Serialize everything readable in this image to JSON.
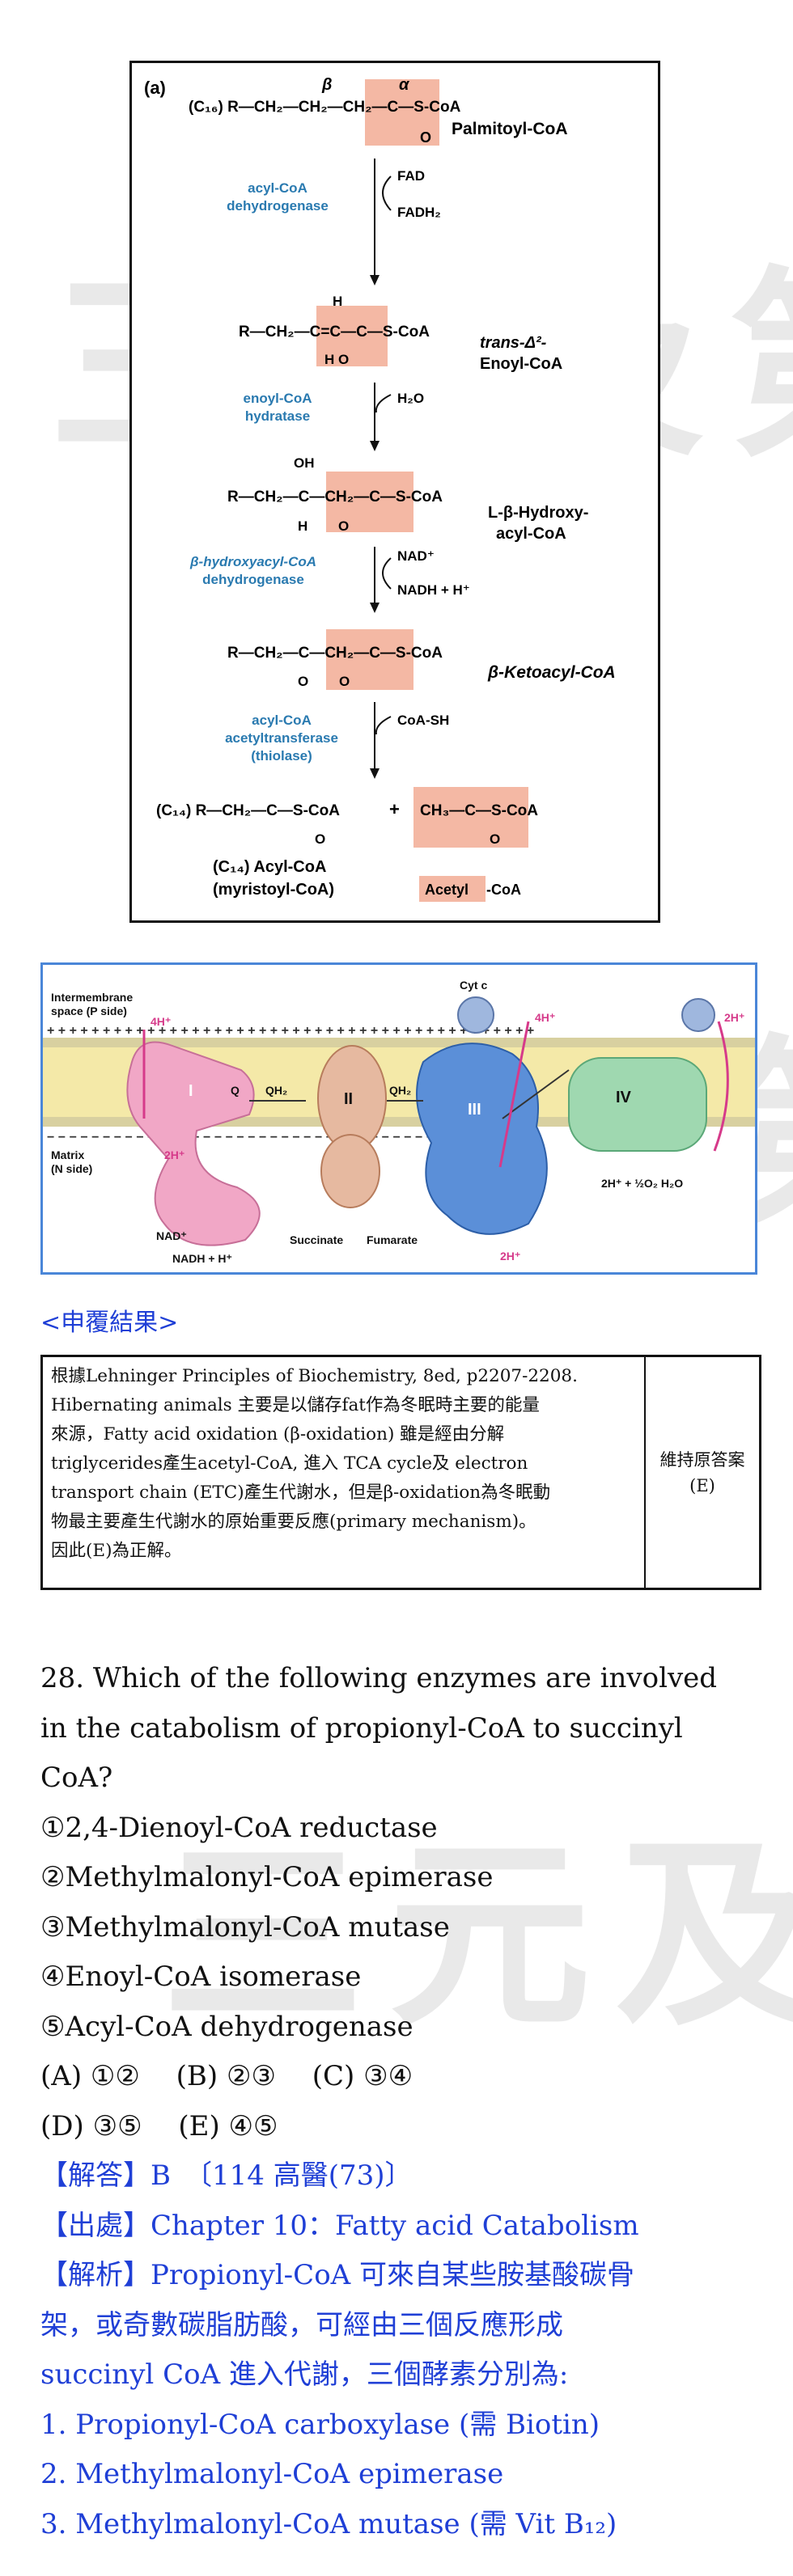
{
  "watermark": "三元及第",
  "figure_a": {
    "panel_label": "(a)",
    "top": {
      "chain": "(C₁₆) R—CH₂—CH₂—CH₂—C—S-CoA",
      "beta": "β",
      "alpha": "α",
      "carbonyl_o": "O",
      "name": "Palmitoyl-CoA"
    },
    "steps": [
      {
        "enzyme": [
          "acyl-CoA",
          "dehydrogenase"
        ],
        "cofactor_in": "FAD",
        "cofactor_out": "FADH₂"
      },
      {
        "enzyme": [
          "enoyl-CoA",
          "hydratase"
        ],
        "cofactor_in": "H₂O",
        "cofactor_out": ""
      },
      {
        "enzyme": [
          "β-hydroxyacyl-CoA",
          "dehydrogenase"
        ],
        "cofactor_in": "NAD⁺",
        "cofactor_out": "NADH + H⁺"
      },
      {
        "enzyme": [
          "acyl-CoA",
          "acetyltransferase",
          "(thiolase)"
        ],
        "cofactor_in": "CoA-SH",
        "cofactor_out": ""
      }
    ],
    "intermediates": [
      {
        "chain": "R—CH₂—C=C—C—S-CoA",
        "top_h": "H",
        "bottom": "H   O",
        "name": [
          "trans-Δ²-",
          "Enoyl-CoA"
        ]
      },
      {
        "chain": "R—CH₂—C—CH₂—C—S-CoA",
        "top": "OH",
        "bottom": "H        O",
        "name": [
          "L-β-Hydroxy-",
          "acyl-CoA"
        ]
      },
      {
        "chain": "R—CH₂—C—CH₂—C—S-CoA",
        "bottom": "O        O",
        "name": [
          "β-Ketoacyl-CoA"
        ]
      }
    ],
    "products": {
      "left": "(C₁₄) R—CH₂—C—S-CoA",
      "plus": "+",
      "right": "CH₃—C—S-CoA",
      "o": "O",
      "left_name": [
        "(C₁₄) Acyl-CoA",
        "(myristoyl-CoA)"
      ],
      "right_name_boxed": "Acetyl",
      "right_name_rest": "-CoA"
    }
  },
  "figure_etc": {
    "labels": {
      "ims": [
        "Intermembrane",
        "space (P side)"
      ],
      "matrix": [
        "Matrix",
        "(N side)"
      ],
      "cytc": "Cyt c",
      "complexes": [
        "I",
        "II",
        "III",
        "IV"
      ],
      "q": "Q",
      "qh2": "QH₂",
      "h4_left": "4H⁺",
      "h2_left": "2H⁺",
      "h4_mid": "4H⁺",
      "h2_mid": "2H⁺",
      "h2_right": "2H⁺",
      "water": "2H⁺ + ½O₂   H₂O",
      "nad": "NAD⁺",
      "nadh": "NADH + H⁺",
      "succinate": "Succinate",
      "fumarate": "Fumarate"
    }
  },
  "review_heading": "<申覆結果>",
  "review_table": {
    "left_lines": [
      "根據Lehninger Principles of Biochemistry, 8ed, p2207-2208.",
      "Hibernating animals 主要是以儲存fat作為冬眠時主要的能量",
      "來源，Fatty acid oxidation (β-oxidation) 雖是經由分解",
      "triglycerides產生acetyl-CoA, 進入 TCA cycle及 electron",
      "transport chain (ETC)產生代謝水，但是β-oxidation為冬眠動",
      "物最主要產生代謝水的原始重要反應(primary mechanism)。",
      "因此(E)為正解。"
    ],
    "right_lines": [
      "維持原答案",
      "(E)"
    ]
  },
  "question": {
    "stem": [
      "28. Which of the following enzymes are involved",
      "in the catabolism of propionyl-CoA to succinyl",
      "CoA?"
    ],
    "items": [
      "①2,4-Dienoyl-CoA reductase",
      "②Methylmalonyl-CoA epimerase",
      "③Methylmalonyl-CoA mutase",
      "④Enoyl-CoA isomerase",
      "⑤Acyl-CoA dehydrogenase"
    ],
    "options_row1": "(A) ①②　 (B) ②③　 (C) ③④",
    "options_row2": "(D) ③⑤　 (E) ④⑤"
  },
  "answer": {
    "answer_line": "【解答】B　〔114 高醫(73)〕",
    "source_line": "【出處】Chapter 10：Fatty acid Catabolism",
    "analysis_lines": [
      "【解析】Propionyl-CoA 可來自某些胺基酸碳骨",
      "架，或奇數碳脂肪酸，可經由三個反應形成",
      "succinyl CoA 進入代謝，三個酵素分別為:",
      "1. Propionyl-CoA carboxylase (需 Biotin)",
      "2. Methylmalonyl-CoA epimerase",
      "3. Methylmalonyl-CoA mutase (需 Vit B₁₂)"
    ]
  },
  "colors": {
    "answer_blue": "#1f3fd6",
    "enzyme_blue": "#2a7ab0",
    "highlight": "#f4b8a4",
    "frame_blue": "#4a86d8"
  }
}
